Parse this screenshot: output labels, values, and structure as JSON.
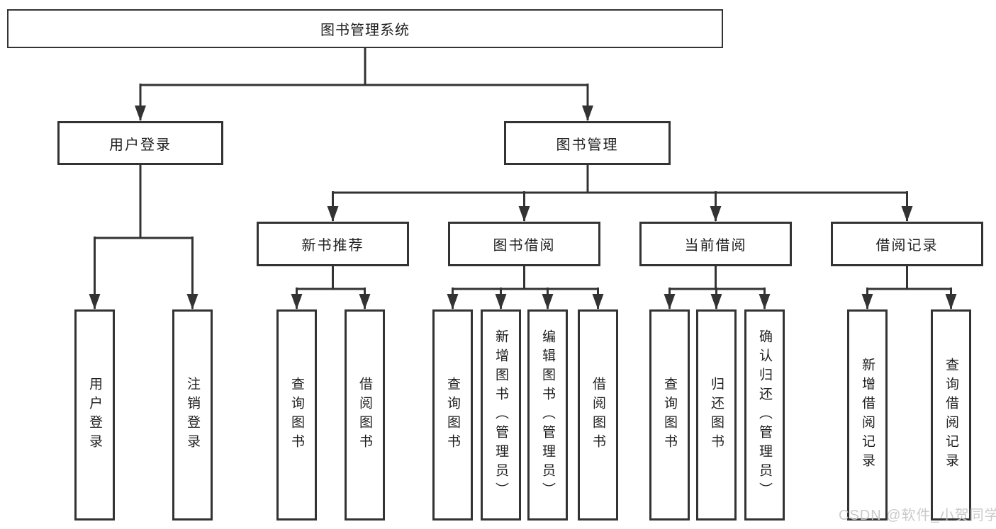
{
  "diagram_title": "图书管理系统",
  "tree": {
    "root": "图书管理系统",
    "children": [
      {
        "label": "用户登录",
        "children": [
          {
            "label": "用户登录"
          },
          {
            "label": "注销登录"
          }
        ]
      },
      {
        "label": "图书管理",
        "children": [
          {
            "label": "新书推荐",
            "children": [
              {
                "label": "查询图书"
              },
              {
                "label": "借阅图书"
              }
            ]
          },
          {
            "label": "图书借阅",
            "children": [
              {
                "label": "查询图书"
              },
              {
                "label": "新增图书（管理员）"
              },
              {
                "label": "编辑图书（管理员）"
              },
              {
                "label": "借阅图书"
              }
            ]
          },
          {
            "label": "当前借阅",
            "children": [
              {
                "label": "查询图书"
              },
              {
                "label": "归还图书"
              },
              {
                "label": "确认归还（管理员）"
              }
            ]
          },
          {
            "label": "借阅记录",
            "children": [
              {
                "label": "新增借阅记录"
              },
              {
                "label": "查询借阅记录"
              }
            ]
          }
        ]
      }
    ]
  },
  "watermark": {
    "text": "CSDN @软件_小贺同学"
  },
  "colors": {
    "line": "#333333",
    "box_border": "#333333",
    "text": "#1e1e1e",
    "background": "#ffffff",
    "watermark": "#c5c5c5"
  }
}
